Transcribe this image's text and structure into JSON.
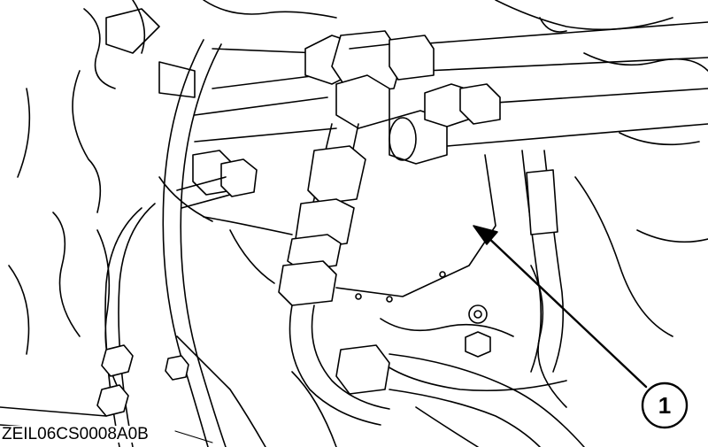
{
  "figure": {
    "id_label": "ZEIL06CS0008A0B",
    "subject": "engine component line drawing with fuel/oil lines and fittings"
  },
  "callouts": [
    {
      "number": "1",
      "target": "cover plate"
    }
  ],
  "colors": {
    "line": "#000000",
    "background": "#ffffff"
  }
}
